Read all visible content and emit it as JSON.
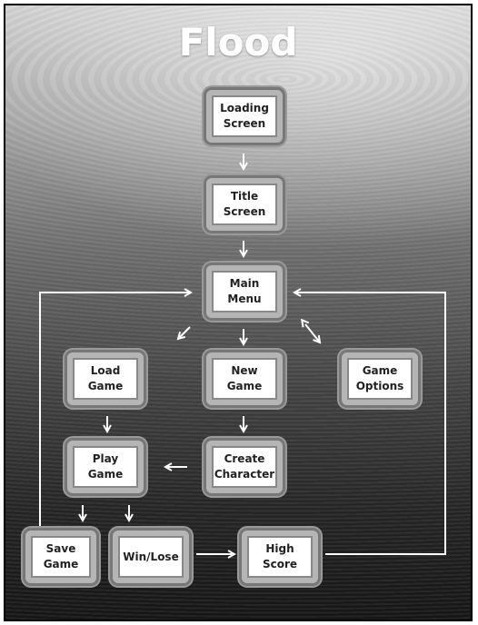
{
  "title": "Flood",
  "nodes": {
    "loading_screen": "Loading\nScreen",
    "title_screen": "Title\nScreen",
    "main_menu": "Main\nMenu",
    "load_game": "Load\nGame",
    "new_game": "New\nGame",
    "game_options": "Game\nOptions",
    "play_game": "Play\nGame",
    "create_character": "Create\nCharacter",
    "save_game": "Save\nGame",
    "win_lose": "Win/Lose",
    "high_score": "High\nScore"
  },
  "colors": {
    "arrow": "#ffffff",
    "node_fill": "#ffffff",
    "text": "#222222"
  }
}
